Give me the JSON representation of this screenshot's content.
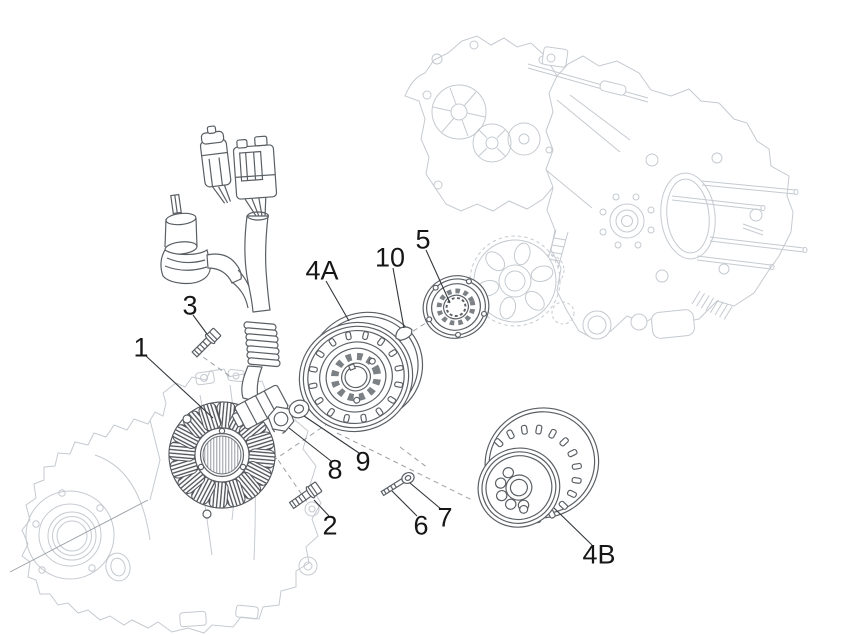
{
  "diagram": {
    "kind": "exploded-parts-diagram",
    "callouts": [
      {
        "text": "1"
      },
      {
        "text": "2"
      },
      {
        "text": "3"
      },
      {
        "text": "4A"
      },
      {
        "text": "4B"
      },
      {
        "text": "5"
      },
      {
        "text": "6"
      },
      {
        "text": "7"
      },
      {
        "text": "8"
      },
      {
        "text": "9"
      },
      {
        "text": "10"
      }
    ]
  },
  "colors": {
    "paper": "#ffffff",
    "ink": "#5a5f64",
    "ink_strong": "#3c4045",
    "bg_line": "#c5cad0",
    "label": "#161616",
    "leader": "#33373b",
    "dash": "#9aa0a5"
  }
}
